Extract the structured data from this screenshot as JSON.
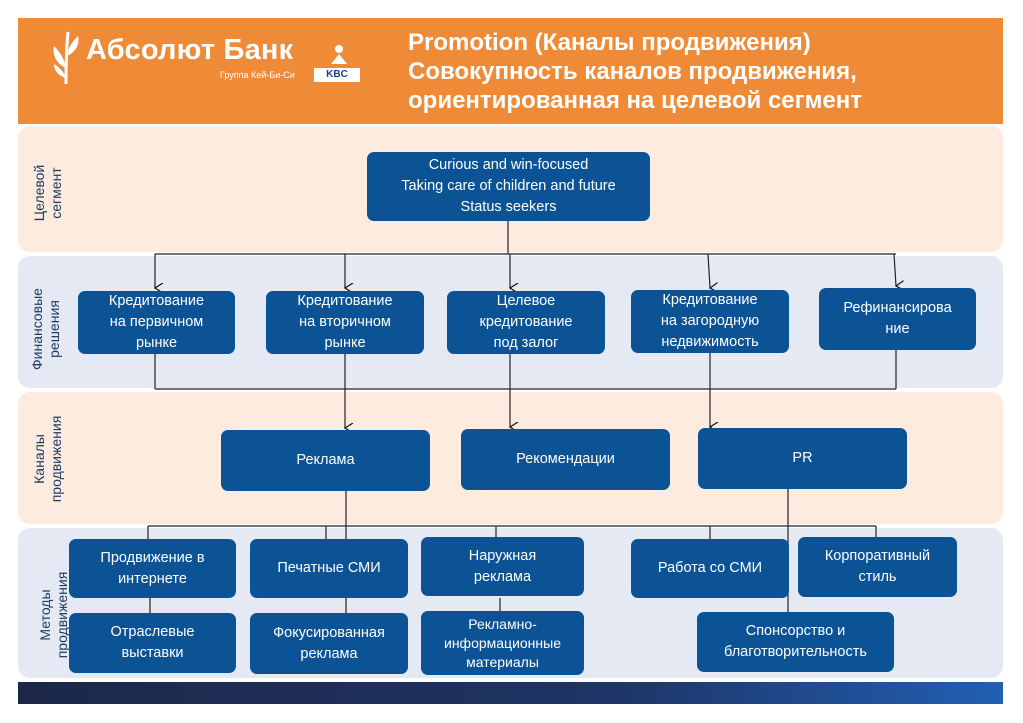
{
  "header": {
    "logo_name": "Абсолют Банк",
    "logo_sub": "Группа Кей-Би-Си",
    "logo_badge": "KBC",
    "title_lines": [
      "Promotion (Каналы продвижения)",
      "Совокупность каналов продвижения,",
      "ориентированная на целевой сегмент"
    ]
  },
  "bands": {
    "segment": "Целевой\nсегмент",
    "solutions": "Финансовые\nрешения",
    "channels": "Каналы\nпродвижения",
    "methods": "Методы\nпродвижения"
  },
  "segment_box": {
    "lines": [
      "Curious and win-focused",
      "Taking care of children and future",
      "Status seekers"
    ]
  },
  "solutions": [
    {
      "lines": [
        "Кредитование",
        "на первичном",
        "рынке"
      ]
    },
    {
      "lines": [
        "Кредитование",
        "на вторичном",
        "рынке"
      ]
    },
    {
      "lines": [
        "Целевое",
        "кредитование",
        "под залог"
      ]
    },
    {
      "lines": [
        "Кредитование",
        "на загородную",
        "недвижимость"
      ]
    },
    {
      "lines": [
        "Рефинансирова",
        "ние"
      ]
    }
  ],
  "channels": [
    {
      "lines": [
        "Реклама"
      ]
    },
    {
      "lines": [
        "Рекомендации"
      ]
    },
    {
      "lines": [
        "PR"
      ]
    }
  ],
  "methods": [
    {
      "lines": [
        "Продвижение в",
        "интернете"
      ]
    },
    {
      "lines": [
        "Печатные СМИ"
      ]
    },
    {
      "lines": [
        "Наружная",
        "реклама"
      ]
    },
    {
      "lines": [
        "Работа со СМИ"
      ]
    },
    {
      "lines": [
        "Корпоративный",
        "стиль"
      ]
    },
    {
      "lines": [
        "Отраслевые",
        "выставки"
      ]
    },
    {
      "lines": [
        "Фокусированная",
        "реклама"
      ]
    },
    {
      "lines": [
        "Рекламно-",
        "информационные",
        "материалы"
      ]
    },
    {
      "lines": [
        "Спонсорство и",
        "благотворительность"
      ]
    }
  ],
  "colors": {
    "header": "#ef8a36",
    "box": "#0c5396",
    "band_peach": "#fdebe0",
    "band_blue": "#e4e9f3"
  }
}
